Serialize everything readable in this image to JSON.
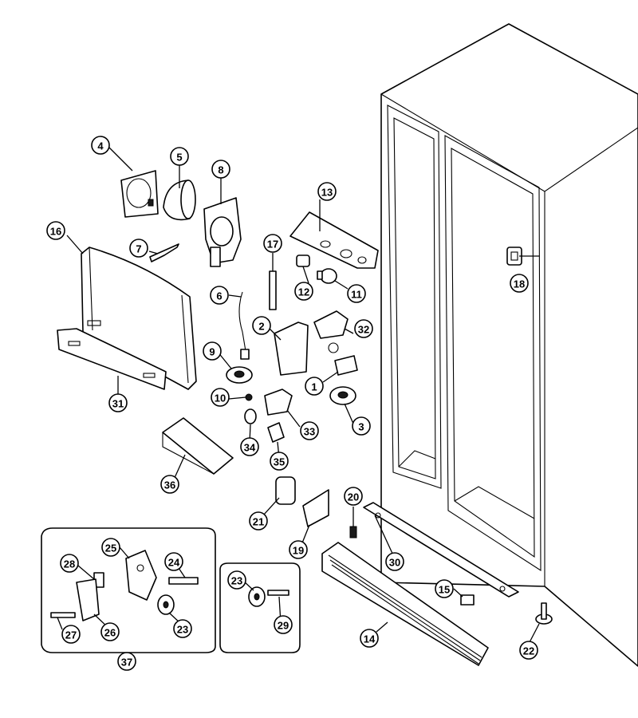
{
  "callouts": [
    {
      "label": "1"
    },
    {
      "label": "2"
    },
    {
      "label": "3"
    },
    {
      "label": "4"
    },
    {
      "label": "5"
    },
    {
      "label": "6"
    },
    {
      "label": "7"
    },
    {
      "label": "8"
    },
    {
      "label": "9"
    },
    {
      "label": "10"
    },
    {
      "label": "11"
    },
    {
      "label": "12"
    },
    {
      "label": "13"
    },
    {
      "label": "14"
    },
    {
      "label": "15"
    },
    {
      "label": "16"
    },
    {
      "label": "17"
    },
    {
      "label": "18"
    },
    {
      "label": "19"
    },
    {
      "label": "20"
    },
    {
      "label": "21"
    },
    {
      "label": "22"
    },
    {
      "label": "23"
    },
    {
      "label": "23"
    },
    {
      "label": "24"
    },
    {
      "label": "25"
    },
    {
      "label": "26"
    },
    {
      "label": "27"
    },
    {
      "label": "28"
    },
    {
      "label": "29"
    },
    {
      "label": "30"
    },
    {
      "label": "31"
    },
    {
      "label": "32"
    },
    {
      "label": "33"
    },
    {
      "label": "34"
    },
    {
      "label": "35"
    },
    {
      "label": "36"
    },
    {
      "label": "37"
    }
  ]
}
